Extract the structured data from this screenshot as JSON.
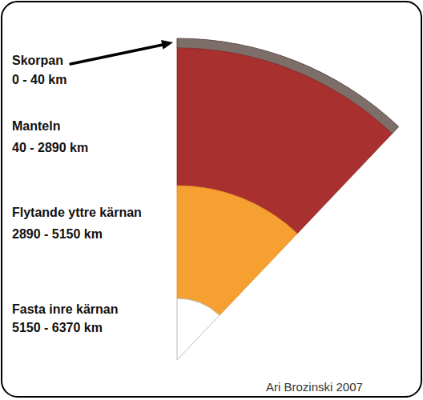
{
  "diagram": {
    "labels": [
      "Skorpan",
      "0 - 40 km",
      "Manteln",
      "40 - 2890 km",
      "Flytande yttre kärnan",
      "2890 - 5150 km",
      "Fasta inre kärnan",
      "5150 - 6370 km",
      "Ari Brozinski 2007"
    ]
  }
}
